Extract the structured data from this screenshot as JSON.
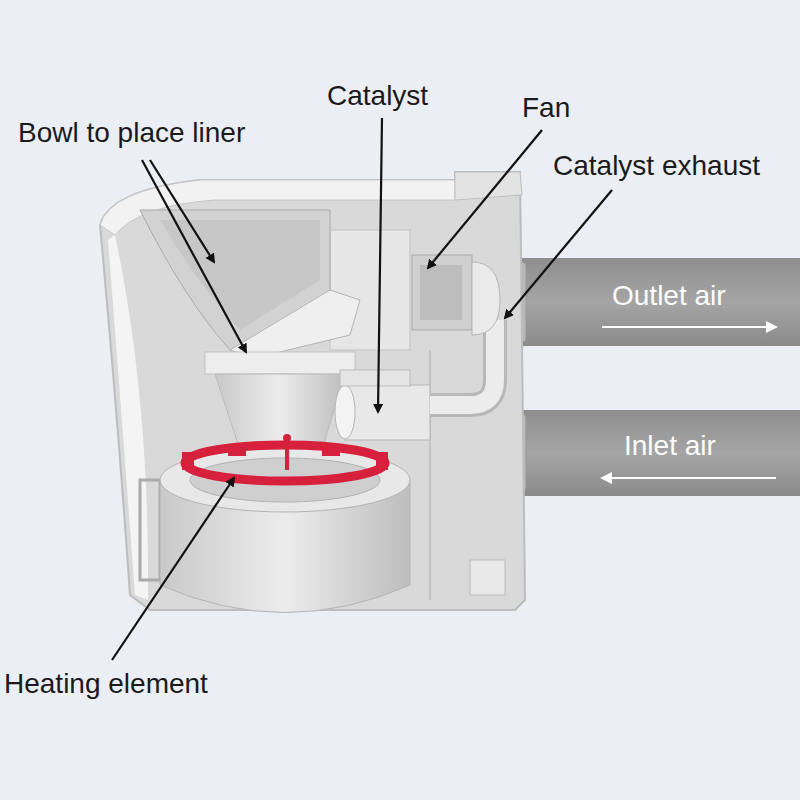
{
  "diagram": {
    "labels": [
      "Catalyst",
      "Fan",
      "Bowl to place liner",
      "Catalyst exhaust",
      "Outlet air",
      "Inlet air",
      "Heating element"
    ]
  }
}
